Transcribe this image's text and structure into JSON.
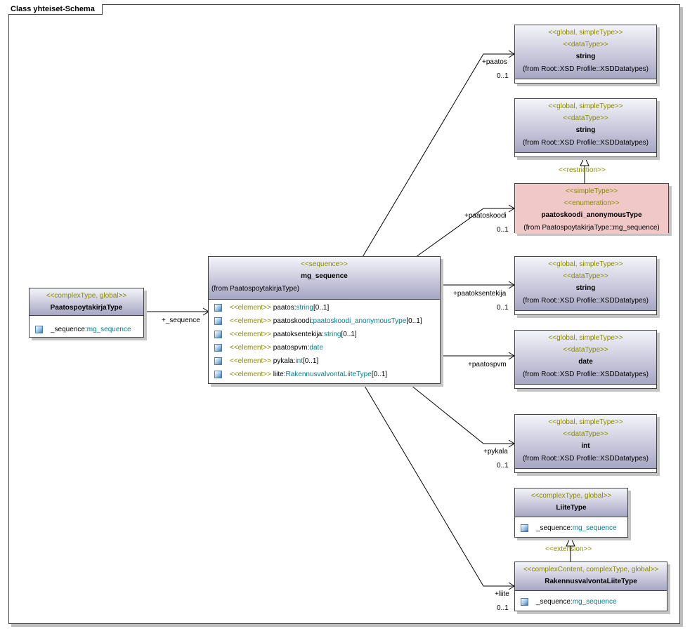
{
  "frame": {
    "title": "Class yhteiset-Schema"
  },
  "classes": {
    "paatospoytakirja": {
      "stereotype": "<<complexType, global>>",
      "name": "PaatospoytakirjaType",
      "attrs": [
        {
          "prefix": "_sequence:",
          "type": "mg_sequence"
        }
      ]
    },
    "mg_sequence": {
      "stereotype": "<<sequence>>",
      "name": "mg_sequence",
      "from": "(from PaatospoytakirjaType)",
      "attrs": [
        {
          "stereo": "<<element>>",
          "name": " paatos:",
          "type": "string",
          "mult": "[0..1]"
        },
        {
          "stereo": "<<element>>",
          "name": " paatoskoodi:",
          "type": "paatoskoodi_anonymousType",
          "mult": "[0..1]"
        },
        {
          "stereo": "<<element>>",
          "name": " paatoksentekija:",
          "type": "string",
          "mult": "[0..1]"
        },
        {
          "stereo": "<<element>>",
          "name": " paatospvm:",
          "type": "date",
          "mult": ""
        },
        {
          "stereo": "<<element>>",
          "name": " pykala:",
          "type": "int",
          "mult": "[0..1]"
        },
        {
          "stereo": "<<element>>",
          "name": " liite:",
          "type": "RakennusvalvontaLiiteType",
          "mult": "[0..1]"
        }
      ]
    },
    "string1": {
      "st1": "<<global, simpleType>>",
      "st2": "<<dataType>>",
      "name": "string",
      "from": "(from Root::XSD Profile::XSDDatatypes)"
    },
    "string2": {
      "st1": "<<global, simpleType>>",
      "st2": "<<dataType>>",
      "name": "string",
      "from": "(from Root::XSD Profile::XSDDatatypes)"
    },
    "enum": {
      "st1": "<<simpleType>>",
      "st2": "<<enumeration>>",
      "name": "paatoskoodi_anonymousType",
      "from": "(from PaatospoytakirjaType::mg_sequence)"
    },
    "string3": {
      "st1": "<<global, simpleType>>",
      "st2": "<<dataType>>",
      "name": "string",
      "from": "(from Root::XSD Profile::XSDDatatypes)"
    },
    "date": {
      "st1": "<<global, simpleType>>",
      "st2": "<<dataType>>",
      "name": "date",
      "from": "(from Root::XSD Profile::XSDDatatypes)"
    },
    "int": {
      "st1": "<<global, simpleType>>",
      "st2": "<<dataType>>",
      "name": "int",
      "from": "(from Root::XSD Profile::XSDDatatypes)"
    },
    "liite": {
      "stereotype": "<<complexType, global>>",
      "name": "LiiteType",
      "attrs": [
        {
          "prefix": "_sequence:",
          "type": "mg_sequence"
        }
      ]
    },
    "rakennus": {
      "stereotype": "<<complexContent, complexType, global>>",
      "name": "RakennusvalvontaLiiteType",
      "attrs": [
        {
          "prefix": "_sequence:",
          "type": "mg_sequence"
        }
      ]
    }
  },
  "connectors": {
    "sequence_role": "+_sequence",
    "paatos_role": "+paatos",
    "paatos_mult": "0..1",
    "paatoskoodi_role": "+paatoskoodi",
    "paatoskoodi_mult": "0..1",
    "paatoksentekija_role": "+paatoksentekija",
    "paatoksentekija_mult": "0..1",
    "paatospvm_role": "+paatospvm",
    "pykala_role": "+pykala",
    "pykala_mult": "0..1",
    "liite_role": "+liite",
    "liite_mult": "0..1",
    "restriction": "<<restriction>>",
    "extension": "<<extension>>"
  }
}
